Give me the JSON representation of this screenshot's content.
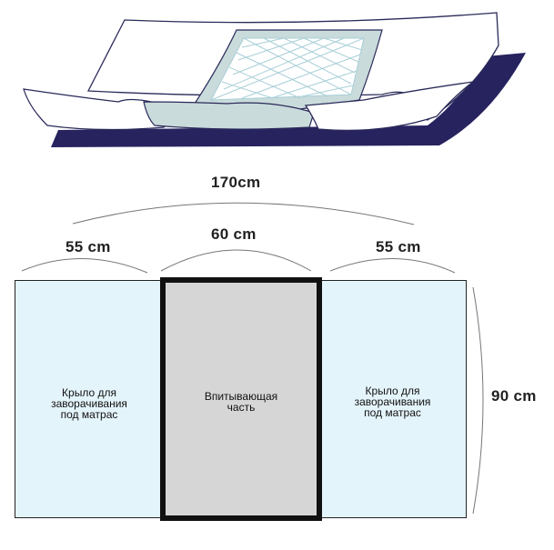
{
  "dimensions": {
    "total_width": "170cm",
    "left_wing_width": "55 cm",
    "center_width": "60 cm",
    "right_wing_width": "55 cm",
    "height": "90 cm"
  },
  "panels": {
    "left_wing_label": "Крыло для\nзаворачивания\nпод матрас",
    "center_label": "Впитывающая\nчасть",
    "right_wing_label": "Крыло для\nзаворачивания\nпод матрас"
  },
  "colors": {
    "mattress": "#27235f",
    "wing_fill": "#e4f4fb",
    "absorbent_fill": "#d6d6d6",
    "outline": "#111111",
    "sheet_core": "#c9dbdb",
    "net": "#a9cfd8"
  },
  "icons": [
    "mattress-icon",
    "underpad-sheet-icon",
    "absorbent-net-icon"
  ]
}
